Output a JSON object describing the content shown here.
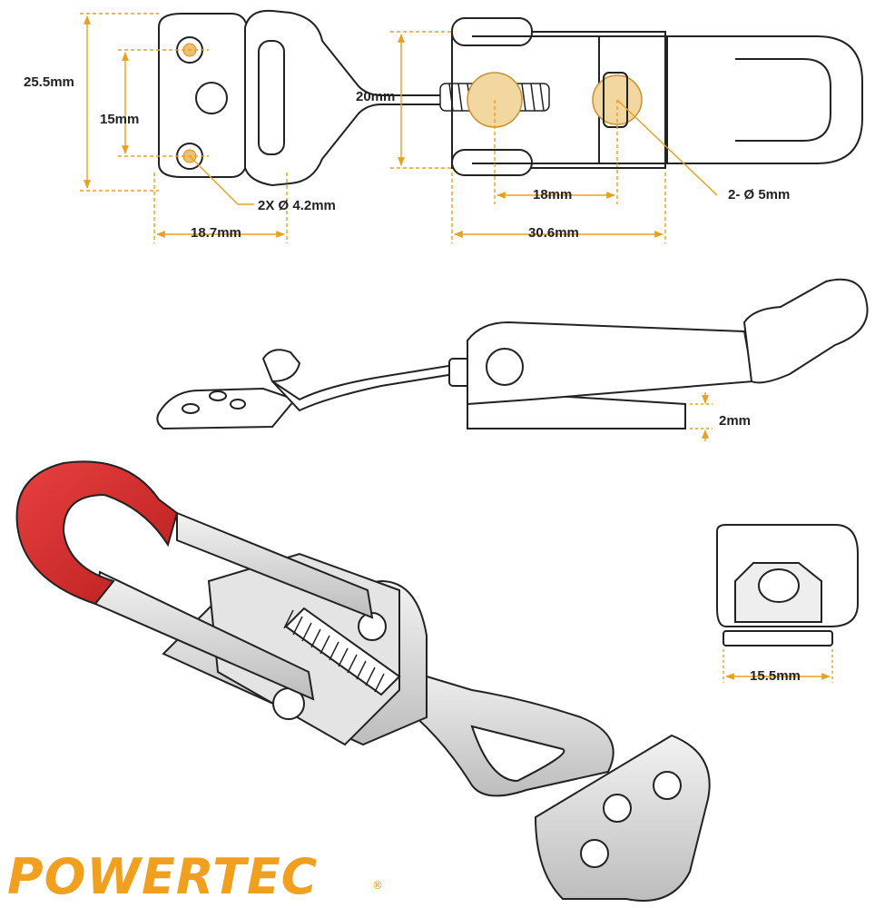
{
  "top_view": {
    "dim_height_total": "25.5mm",
    "dim_hole_spacing": "15mm",
    "dim_hole_diameter": "2X Ø 4.2mm",
    "dim_plate_width": "18.7mm",
    "dim_body_height": "20mm",
    "dim_slot_offset": "18mm",
    "dim_body_hole": "2- Ø 5mm",
    "dim_body_length": "30.6mm"
  },
  "side_view": {
    "dim_thickness": "2mm"
  },
  "end_view": {
    "dim_width": "15.5mm"
  },
  "brand": {
    "name": "POWERTEC",
    "registered_mark": "®"
  },
  "colors": {
    "dimension_line": "#e8a020",
    "handle_grip": "#d42a2a",
    "metal": "#d9d9d9",
    "outline": "#222222",
    "brand": "#f0a01e"
  }
}
